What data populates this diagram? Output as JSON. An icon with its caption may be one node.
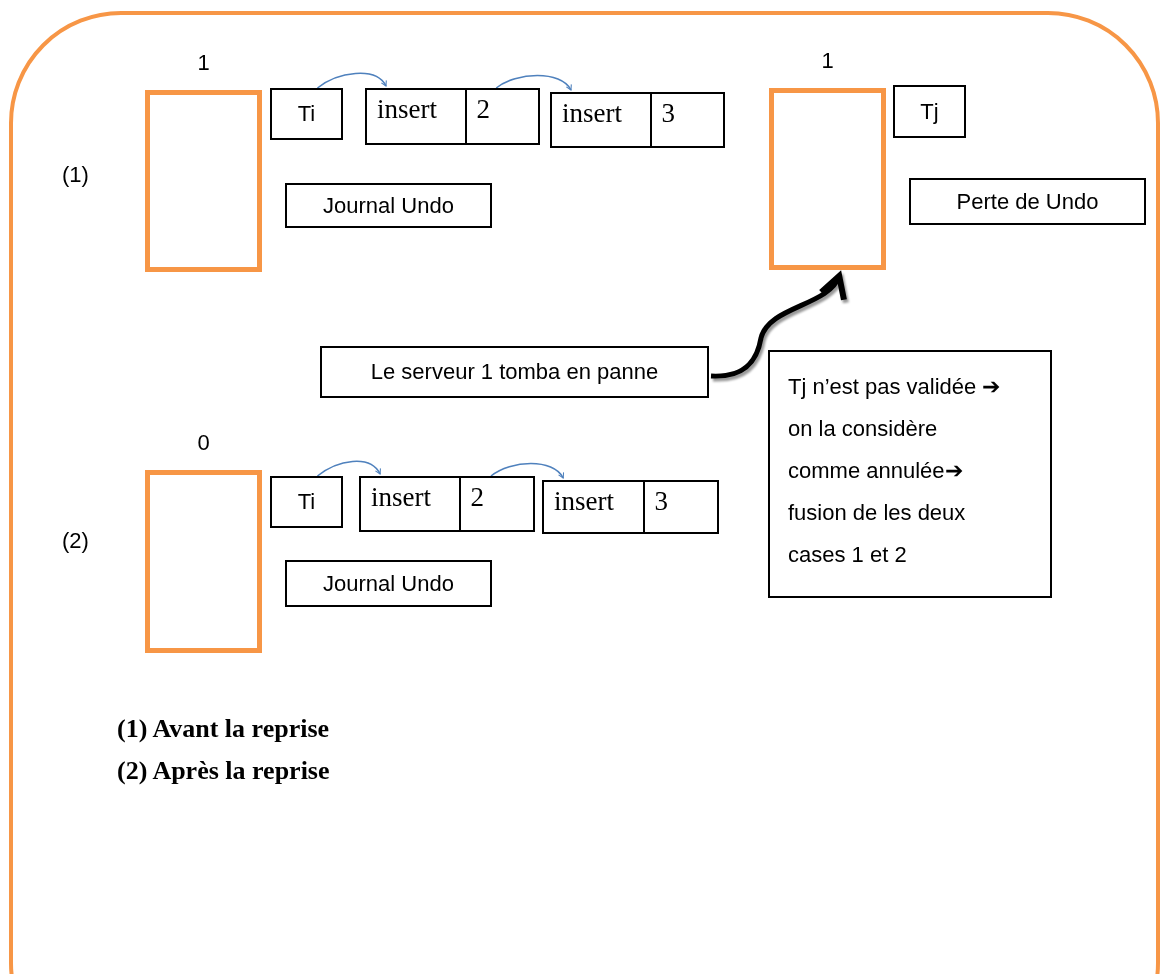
{
  "diagram": {
    "nodes": [
      {
        "text": [],
        "shape": "box",
        "beside": [
          "1"
        ]
      },
      {
        "text": [
          "Ti"
        ]
      },
      {
        "text": [
          "insert",
          "2"
        ]
      },
      {
        "text": [
          "insert",
          "3"
        ]
      },
      {
        "text": [
          "Journal Undo"
        ]
      },
      {
        "text": [],
        "shape": "box",
        "beside": [
          "1"
        ]
      },
      {
        "text": [
          "Tj"
        ]
      },
      {
        "text": [
          "Perte de Undo"
        ]
      },
      {
        "text": [
          "Le serveur 1 tomba en panne"
        ]
      },
      {
        "text": [
          "Tj n’est pas validée ➔ on la considère comme annulée➔ fusion de les deux cases 1 et 2"
        ]
      },
      {
        "text": [],
        "shape": "box",
        "beside": [
          "0"
        ]
      },
      {
        "text": [
          "Ti"
        ]
      },
      {
        "text": [
          "insert",
          "2"
        ]
      },
      {
        "text": [
          "insert",
          "3"
        ]
      },
      {
        "text": [
          "Journal Undo"
        ]
      }
    ],
    "edges": [
      {
        "from": 1,
        "to": 2,
        "arrow": "to"
      },
      {
        "from": 2,
        "to": 3,
        "arrow": "to"
      },
      {
        "from": 8,
        "to": 5,
        "arrow": "to",
        "style": "thick",
        "color": "#000000"
      },
      {
        "from": 11,
        "to": 12,
        "arrow": "to"
      },
      {
        "from": 12,
        "to": 13,
        "arrow": "to"
      }
    ],
    "labels": [
      "(1)",
      "(2)",
      "(1) Avant la reprise",
      "(2) Après la reprise"
    ]
  }
}
